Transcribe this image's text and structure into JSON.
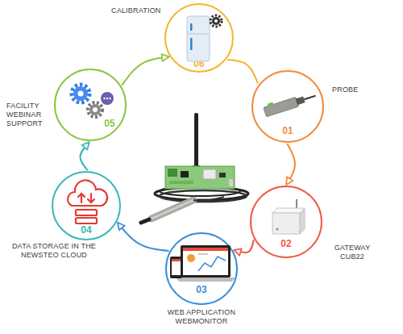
{
  "diagram": {
    "nodes": [
      {
        "text": [
          "PROBE",
          "01"
        ]
      },
      {
        "text": [
          "GATEWAY CUB22",
          "02"
        ]
      },
      {
        "text": [
          "WEB APPLICATION WEBMONITOR",
          "03"
        ]
      },
      {
        "text": [
          "DATA STORAGE IN THE NEWSTEO CLOUD",
          "04"
        ]
      },
      {
        "text": [
          "FACILITY WEBINAR SUPPORT",
          "05"
        ]
      },
      {
        "text": [
          "CALIBRATION",
          "06"
        ]
      }
    ],
    "edges": [
      {
        "from": 0,
        "to": 1,
        "arrow": "to"
      },
      {
        "from": 1,
        "to": 2,
        "arrow": "to"
      },
      {
        "from": 2,
        "to": 3,
        "arrow": "to"
      },
      {
        "from": 3,
        "to": 4,
        "arrow": "to"
      },
      {
        "from": 4,
        "to": 5,
        "arrow": "to"
      },
      {
        "from": 5,
        "to": 0,
        "arrow": "none"
      }
    ]
  }
}
